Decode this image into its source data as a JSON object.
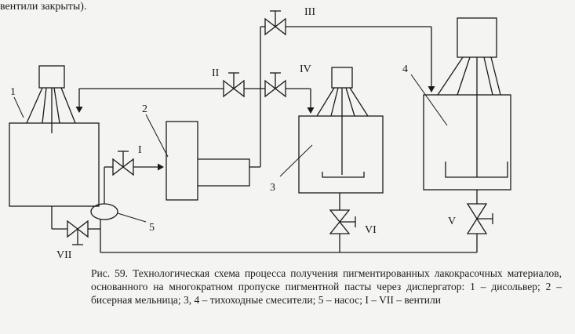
{
  "top_fragment": "вентили закрыты).",
  "labels": {
    "dissolver": "1",
    "bead_mill": "2",
    "mixer_3": "3",
    "mixer_4": "4",
    "pump": "5",
    "valve_I": "I",
    "valve_II": "II",
    "valve_III": "III",
    "valve_IV": "IV",
    "valve_V": "V",
    "valve_VI": "VI",
    "valve_VII": "VII"
  },
  "caption": "Рис. 59. Технологическая схема процесса получения пигментированных лакокрасочных материалов, основанного на многократном пропуске пигментной пасты через диспергатор: 1 – дисольвер; 2 – бисерная мельница; 3, 4 – тихоходные смесители; 5 – насос; I – VII – вентили"
}
